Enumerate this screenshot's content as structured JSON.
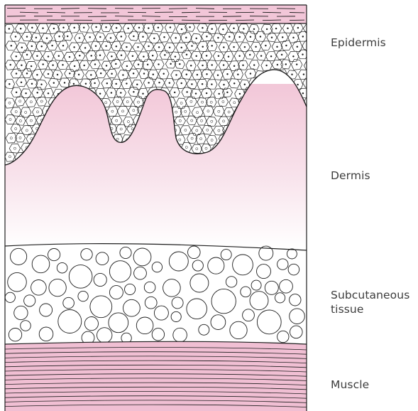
{
  "labels": {
    "epidermis": "Epidermis",
    "dermis": "Dermis",
    "subcutaneous_line1": "Subcutaneous",
    "subcutaneous_line2": "tissue",
    "muscle": "Muscle"
  },
  "colors": {
    "pink": "#f2c6d8",
    "pink_light": "#f7dbe6",
    "muscle_pink": "#f0bfd3",
    "outline": "#1e1e1e",
    "label_text": "#3c3c3c"
  }
}
